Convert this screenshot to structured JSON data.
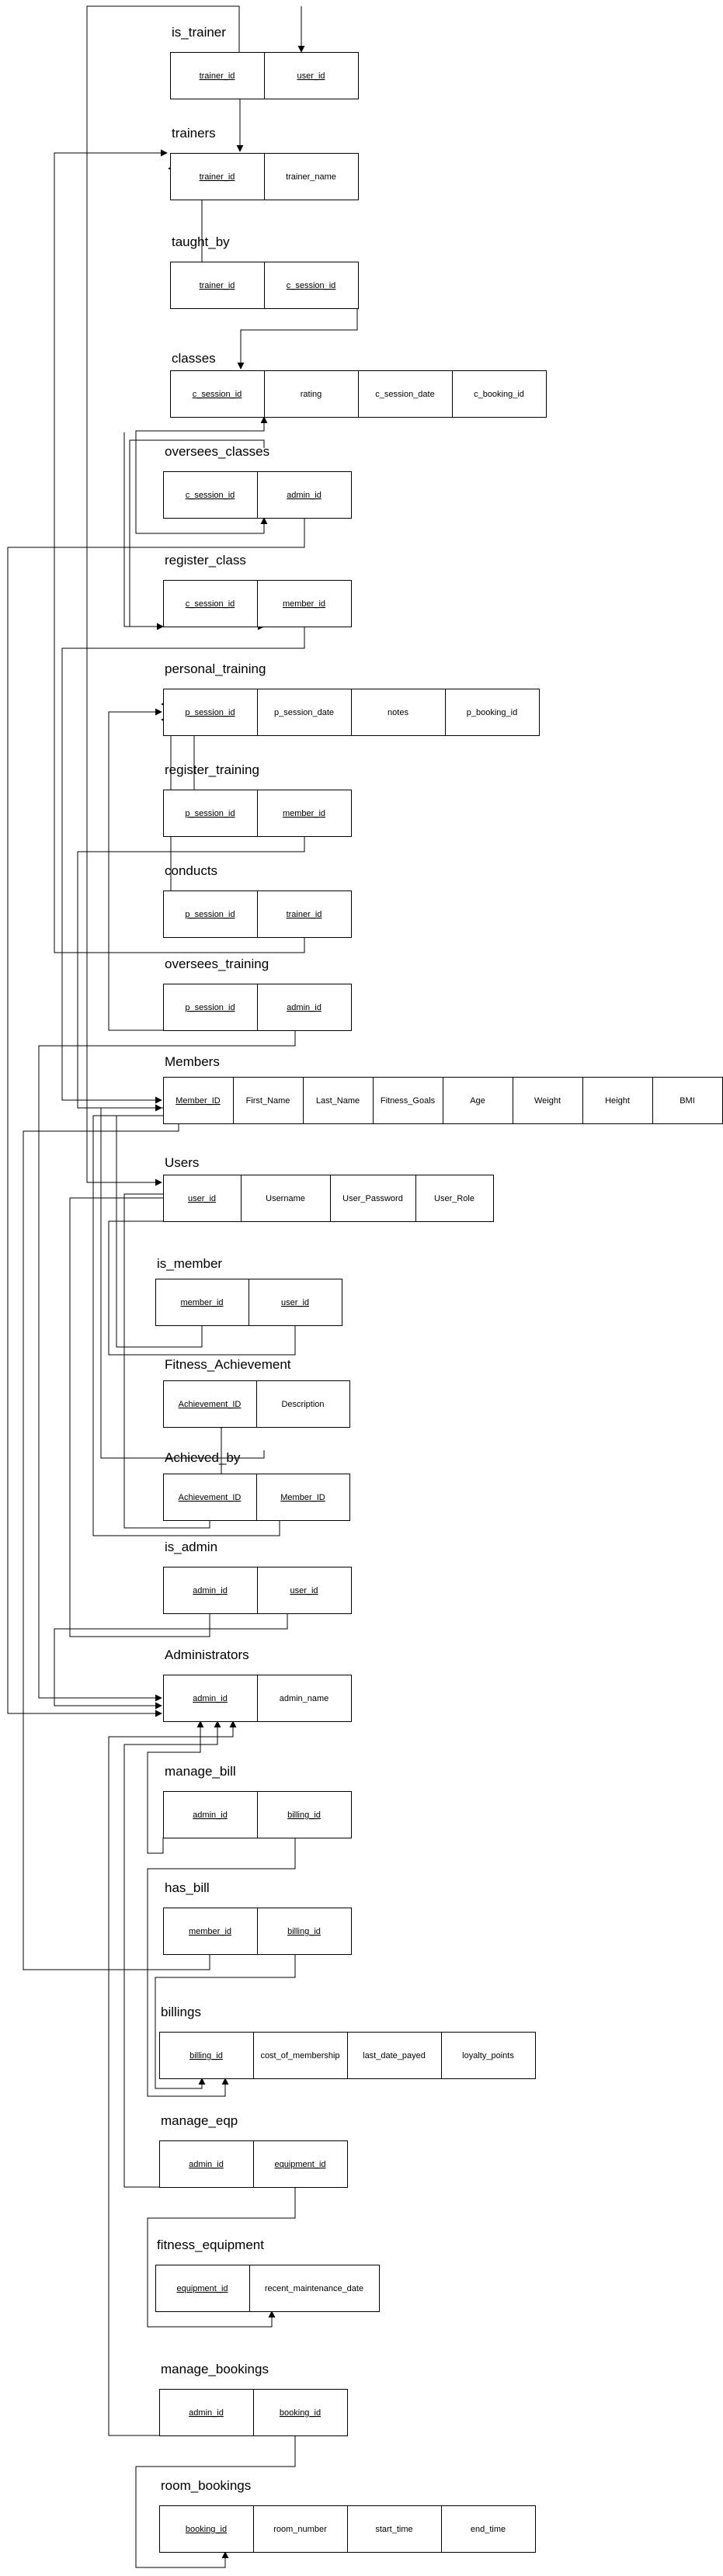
{
  "tables": [
    {
      "id": "is_trainer",
      "name": "is_trainer",
      "columns": [
        {
          "label": "trainer_id",
          "key": true
        },
        {
          "label": "user_id",
          "key": true
        }
      ]
    },
    {
      "id": "trainers",
      "name": "trainers",
      "columns": [
        {
          "label": "trainer_id",
          "key": true
        },
        {
          "label": "trainer_name",
          "key": false
        }
      ]
    },
    {
      "id": "taught_by",
      "name": "taught_by",
      "columns": [
        {
          "label": "trainer_id",
          "key": true
        },
        {
          "label": "c_session_id",
          "key": true
        }
      ]
    },
    {
      "id": "classes",
      "name": "classes",
      "columns": [
        {
          "label": "c_session_id",
          "key": true
        },
        {
          "label": "rating",
          "key": false
        },
        {
          "label": "c_session_date",
          "key": false
        },
        {
          "label": "c_booking_id",
          "key": false
        }
      ]
    },
    {
      "id": "oversees_classes",
      "name": "oversees_classes",
      "columns": [
        {
          "label": "c_session_id",
          "key": true
        },
        {
          "label": "admin_id",
          "key": true
        }
      ]
    },
    {
      "id": "register_class",
      "name": "register_class",
      "columns": [
        {
          "label": "c_session_id",
          "key": true
        },
        {
          "label": "member_id",
          "key": true
        }
      ]
    },
    {
      "id": "personal_training",
      "name": "personal_training",
      "columns": [
        {
          "label": "p_session_id",
          "key": true
        },
        {
          "label": "p_session_date",
          "key": false
        },
        {
          "label": "notes",
          "key": false
        },
        {
          "label": "p_booking_id",
          "key": false
        }
      ]
    },
    {
      "id": "register_training",
      "name": "register_training",
      "columns": [
        {
          "label": "p_session_id",
          "key": true
        },
        {
          "label": "member_id",
          "key": true
        }
      ]
    },
    {
      "id": "conducts",
      "name": "conducts",
      "columns": [
        {
          "label": "p_session_id",
          "key": true
        },
        {
          "label": "trainer_id",
          "key": true
        }
      ]
    },
    {
      "id": "oversees_training",
      "name": "oversees_training",
      "columns": [
        {
          "label": "p_session_id",
          "key": true
        },
        {
          "label": "admin_id",
          "key": true
        }
      ]
    },
    {
      "id": "members",
      "name": "Members",
      "columns": [
        {
          "label": "Member_ID",
          "key": true
        },
        {
          "label": "First_Name",
          "key": false
        },
        {
          "label": "Last_Name",
          "key": false
        },
        {
          "label": "Fitness_Goals",
          "key": false
        },
        {
          "label": "Age",
          "key": false
        },
        {
          "label": "Weight",
          "key": false
        },
        {
          "label": "Height",
          "key": false
        },
        {
          "label": "BMI",
          "key": false
        }
      ]
    },
    {
      "id": "users",
      "name": "Users",
      "columns": [
        {
          "label": "user_id",
          "key": true
        },
        {
          "label": "Username",
          "key": false
        },
        {
          "label": "User_Password",
          "key": false
        },
        {
          "label": "User_Role",
          "key": false
        }
      ]
    },
    {
      "id": "is_member",
      "name": "is_member",
      "columns": [
        {
          "label": "member_id",
          "key": true
        },
        {
          "label": "user_id",
          "key": true
        }
      ]
    },
    {
      "id": "fitness_achievement",
      "name": "Fitness_Achievement",
      "columns": [
        {
          "label": "Achievement_ID",
          "key": true
        },
        {
          "label": "Description",
          "key": false
        }
      ]
    },
    {
      "id": "achieved_by",
      "name": "Achieved_by",
      "columns": [
        {
          "label": "Achievement_ID",
          "key": true
        },
        {
          "label": "Member_ID",
          "key": true
        }
      ]
    },
    {
      "id": "is_admin",
      "name": "is_admin",
      "columns": [
        {
          "label": "admin_id",
          "key": true
        },
        {
          "label": "user_id",
          "key": true
        }
      ]
    },
    {
      "id": "administrators",
      "name": "Administrators",
      "columns": [
        {
          "label": "admin_id",
          "key": true
        },
        {
          "label": "admin_name",
          "key": false
        }
      ]
    },
    {
      "id": "manage_bill",
      "name": "manage_bill",
      "columns": [
        {
          "label": "admin_id",
          "key": true
        },
        {
          "label": "billing_id",
          "key": true
        }
      ]
    },
    {
      "id": "has_bill",
      "name": "has_bill",
      "columns": [
        {
          "label": "member_id",
          "key": true
        },
        {
          "label": "billing_id",
          "key": true
        }
      ]
    },
    {
      "id": "billings",
      "name": "billings",
      "columns": [
        {
          "label": "billing_id",
          "key": true
        },
        {
          "label": "cost_of_membership",
          "key": false
        },
        {
          "label": "last_date_payed",
          "key": false
        },
        {
          "label": "loyalty_points",
          "key": false
        }
      ]
    },
    {
      "id": "manage_eqp",
      "name": "manage_eqp",
      "columns": [
        {
          "label": "admin_id",
          "key": true
        },
        {
          "label": "equipment_id",
          "key": true
        }
      ]
    },
    {
      "id": "fitness_equipment",
      "name": "fitness_equipment",
      "columns": [
        {
          "label": "equipment_id",
          "key": true
        },
        {
          "label": "recent_maintenance_date",
          "key": false
        }
      ]
    },
    {
      "id": "manage_bookings",
      "name": "manage_bookings",
      "columns": [
        {
          "label": "admin_id",
          "key": true
        },
        {
          "label": "booking_id",
          "key": true
        }
      ]
    },
    {
      "id": "room_bookings",
      "name": "room_bookings",
      "columns": [
        {
          "label": "booking_id",
          "key": true
        },
        {
          "label": "room_number",
          "key": false
        },
        {
          "label": "start_time",
          "key": false
        },
        {
          "label": "end_time",
          "key": false
        }
      ]
    }
  ]
}
